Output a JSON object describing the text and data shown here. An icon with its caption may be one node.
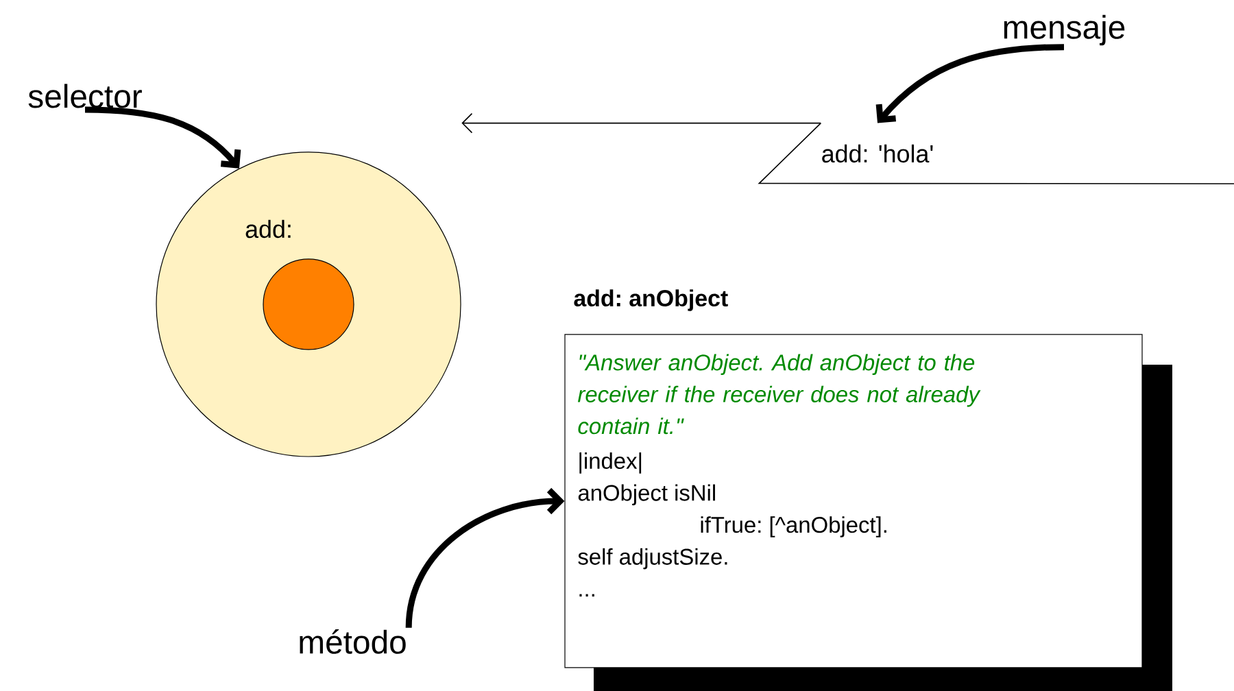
{
  "diagram": {
    "nodes": [
      {
        "text": [
          "selector"
        ]
      },
      {
        "text": [
          "add:"
        ]
      },
      {
        "text": [],
        "shape": "circle",
        "in": 1
      },
      {
        "text": [
          "mensaje"
        ]
      },
      {
        "text": [
          "add: 'hola'"
        ]
      },
      {
        "text": [
          "add: anObject",
          "\"Answer anObject. Add anObject to the receiver if the receiver does not already contain it.\"",
          "|index|",
          "anObject isNil",
          "ifTrue: [^anObject].",
          "self adjustSize.",
          "..."
        ]
      },
      {
        "text": [
          "método"
        ]
      }
    ],
    "edges": [
      {
        "from": 0,
        "to": 1,
        "arrow": "to"
      },
      {
        "from": 3,
        "to": 4,
        "arrow": "to"
      },
      {
        "from": 4,
        "to": null,
        "arrow": "to"
      },
      {
        "from": 6,
        "to": 5,
        "arrow": "to"
      }
    ]
  }
}
